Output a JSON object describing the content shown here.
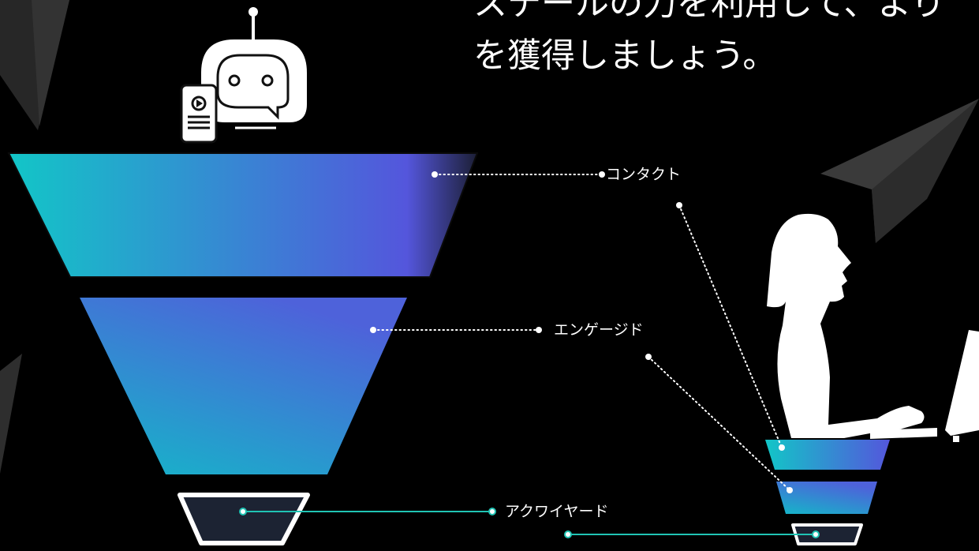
{
  "headline": {
    "line1": "ステールの力を利用して、より",
    "line2": "を獲得しましょう。"
  },
  "funnel_stages": [
    {
      "label": "コンタクト"
    },
    {
      "label": "エンゲージド"
    },
    {
      "label": "アクワイヤード"
    }
  ],
  "icons": {
    "chatbot": "chatbot-icon",
    "person": "person-at-computer-silhouette",
    "decoration": "paper-plane-icon"
  },
  "colors": {
    "background": "#000000",
    "gradient_start": "#12c6c7",
    "gradient_end": "#5456dc",
    "connector_teal": "#20c4b4",
    "box_fill": "#1c2333"
  }
}
